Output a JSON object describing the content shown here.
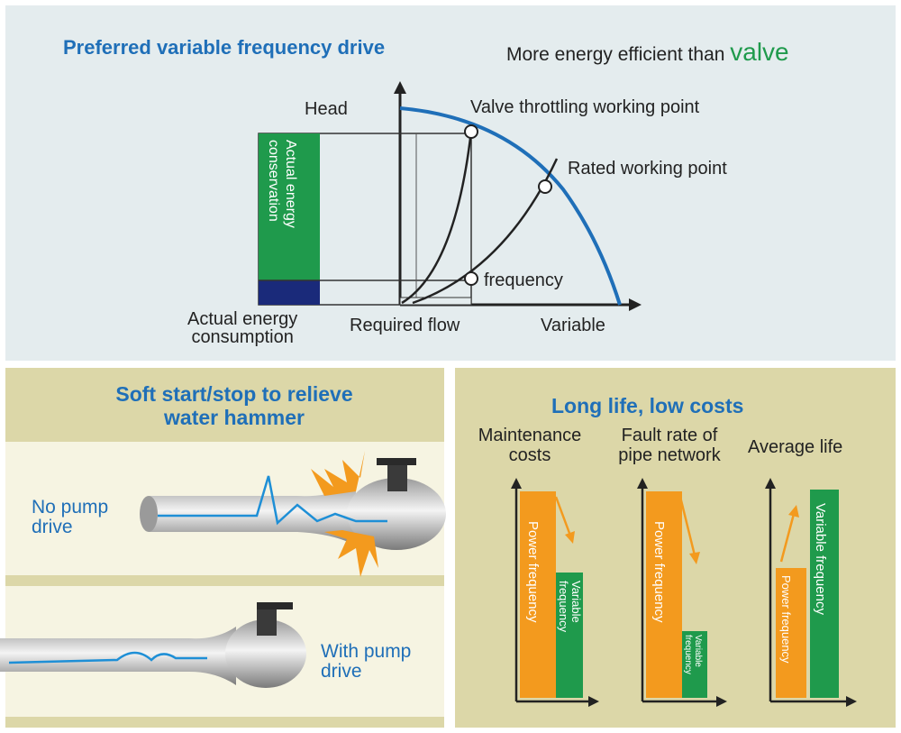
{
  "top": {
    "title": "Preferred variable frequency drive",
    "subtitle_prefix": "More energy efficient than ",
    "subtitle_highlight": "valve",
    "head_label": "Head",
    "valve_point_label": "Valve throttling working point",
    "rated_point_label": "Rated working point",
    "frequency_label": "frequency",
    "conservation_label_1": "Actual energy",
    "conservation_label_2": "conservation",
    "consumption_label_1": "Actual energy",
    "consumption_label_2": "consumption",
    "required_flow_label": "Required flow",
    "variable_label": "Variable"
  },
  "bottom_left": {
    "title_line1": "Soft start/stop to relieve",
    "title_line2": "water hammer",
    "no_pump_1": "No pump",
    "no_pump_2": "drive",
    "with_pump_1": "With pump",
    "with_pump_2": "drive"
  },
  "bottom_right": {
    "title": "Long life, low costs",
    "charts": [
      {
        "label1": "Maintenance",
        "label2": "costs",
        "bar1": "Power frequency",
        "bar2a": "Variable",
        "bar2b": "frequency"
      },
      {
        "label1": "Fault rate of",
        "label2": "pipe network",
        "bar1": "Power frequency",
        "bar2a": "Variable",
        "bar2b": "frequency"
      },
      {
        "label1": "Average life",
        "label2": "",
        "bar1": "Power frequency",
        "bar2": "Variable frequency"
      }
    ]
  },
  "colors": {
    "blue": "#1f6fb8",
    "green": "#1f9a4c",
    "orange": "#f39a1e",
    "navy": "#1a2a7a",
    "top_bg": "#e4ecee",
    "bottom_bg": "#dcd7a8"
  }
}
